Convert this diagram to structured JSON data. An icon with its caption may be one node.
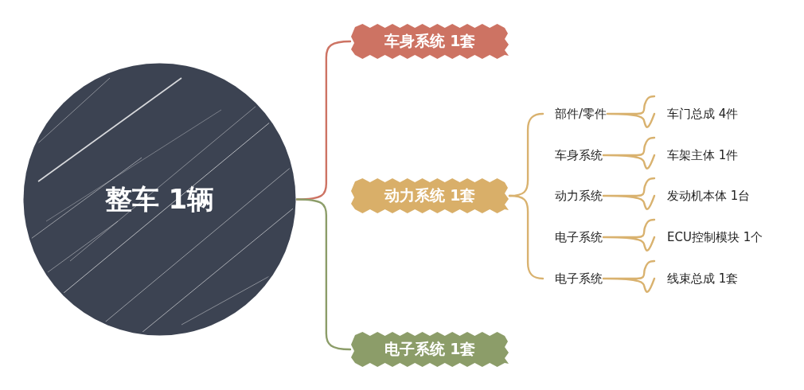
{
  "diagram": {
    "nodes": [
      {
        "text": [
          "整车 1辆"
        ]
      },
      {
        "text": [
          "车身系统 1套"
        ]
      },
      {
        "text": [
          "动力系统 1套"
        ]
      },
      {
        "text": [
          "电子系统 1套"
        ]
      },
      {
        "text": [
          "部件/零件"
        ]
      },
      {
        "text": [
          "车身系统"
        ]
      },
      {
        "text": [
          "动力系统"
        ]
      },
      {
        "text": [
          "电子系统"
        ]
      },
      {
        "text": [
          "电子系统"
        ]
      },
      {
        "text": [
          "车门总成 4件"
        ]
      },
      {
        "text": [
          "车架主体 1件"
        ]
      },
      {
        "text": [
          "发动机本体 1台"
        ]
      },
      {
        "text": [
          "ECU控制模块 1个"
        ]
      },
      {
        "text": [
          "线束总成 1套"
        ]
      }
    ],
    "edges": [
      {
        "from": 0,
        "to": 1,
        "arrow": "none",
        "color": "#cd7363"
      },
      {
        "from": 0,
        "to": 3,
        "arrow": "none",
        "color": "#8c9d69"
      },
      {
        "from": 2,
        "to": 4,
        "arrow": "none"
      },
      {
        "from": 2,
        "to": 8,
        "arrow": "none"
      },
      {
        "from": 4,
        "to": 9,
        "arrow": "none"
      },
      {
        "from": 5,
        "to": 10,
        "arrow": "none"
      },
      {
        "from": 6,
        "to": 11,
        "arrow": "none"
      },
      {
        "from": 7,
        "to": 12,
        "arrow": "none"
      },
      {
        "from": 8,
        "to": 13,
        "arrow": "none"
      }
    ]
  }
}
